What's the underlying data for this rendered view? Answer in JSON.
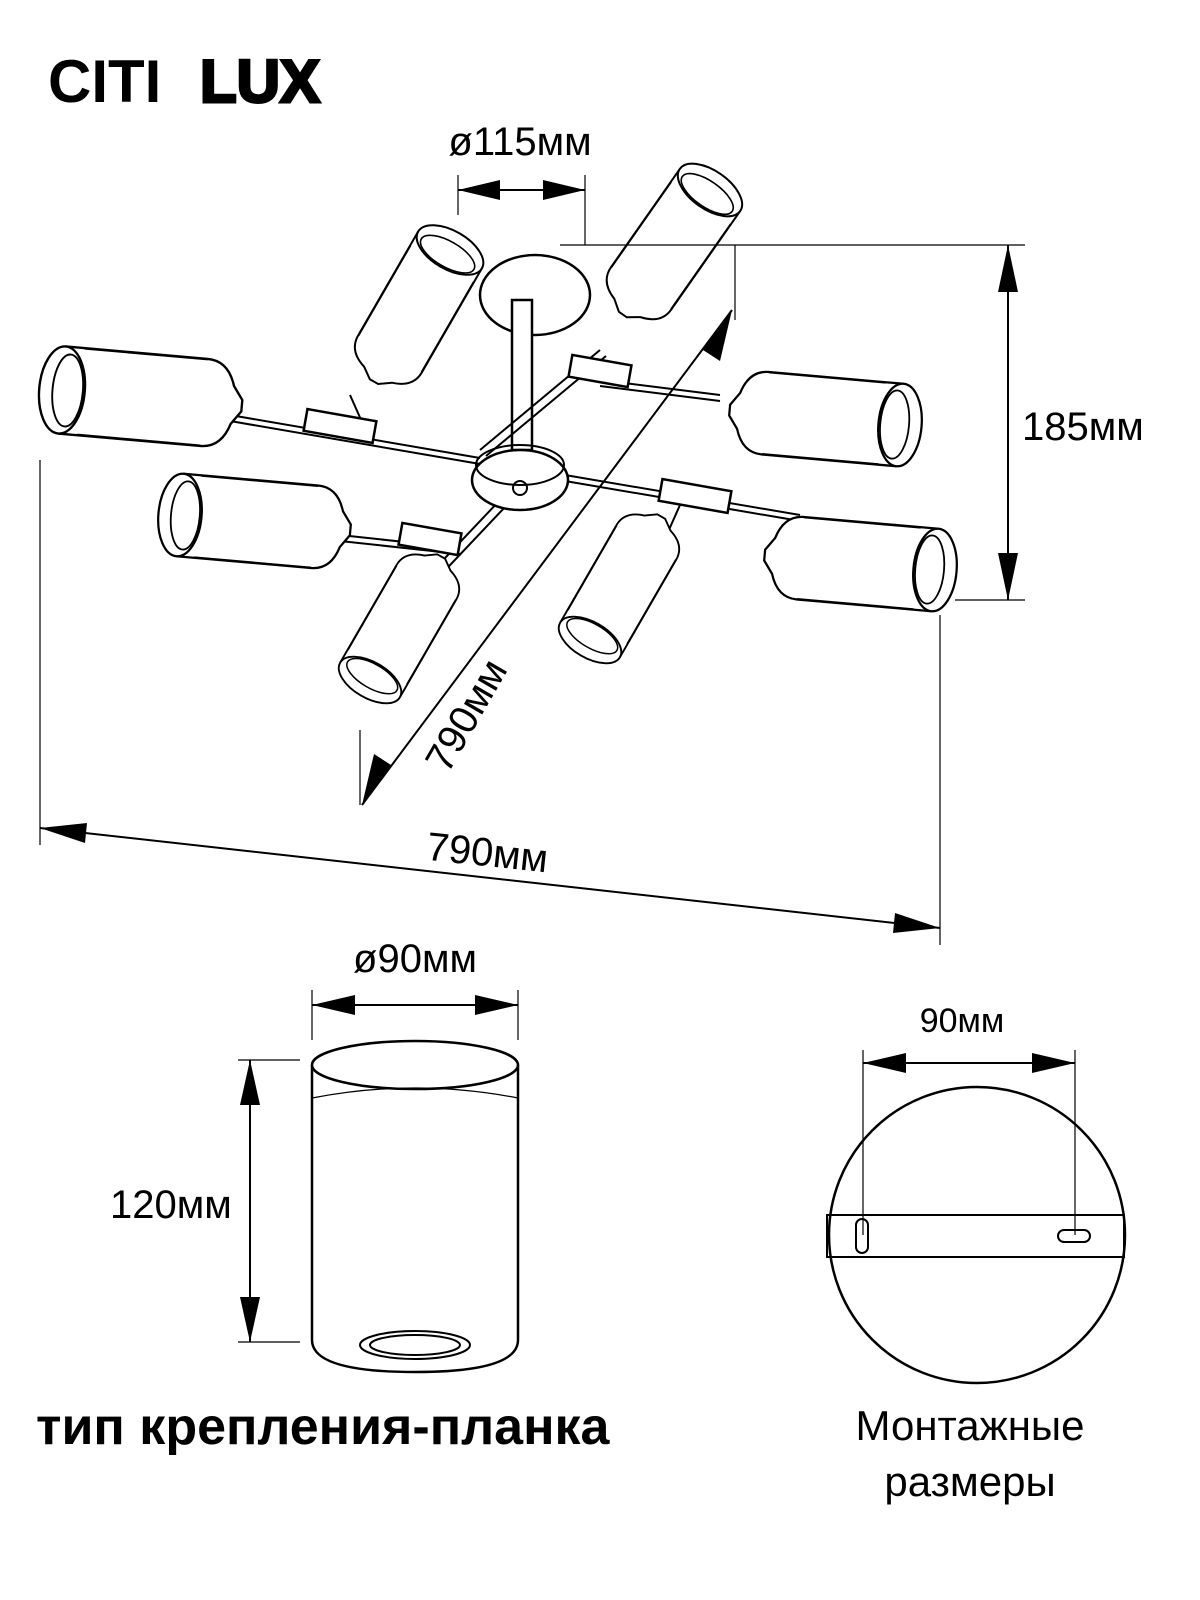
{
  "brand": {
    "part1": "CITI",
    "part2": "LUX"
  },
  "dimensions": {
    "canopy_diameter": "ø115мм",
    "height": "185мм",
    "diagonal": "790мм",
    "width": "790мм",
    "shade_diameter": "ø90мм",
    "shade_height": "120мм",
    "mounting_spacing": "90мм"
  },
  "captions": {
    "mount_type": "тип крепления-планка",
    "mounting_line1": "Монтажные",
    "mounting_line2": "размеры"
  }
}
